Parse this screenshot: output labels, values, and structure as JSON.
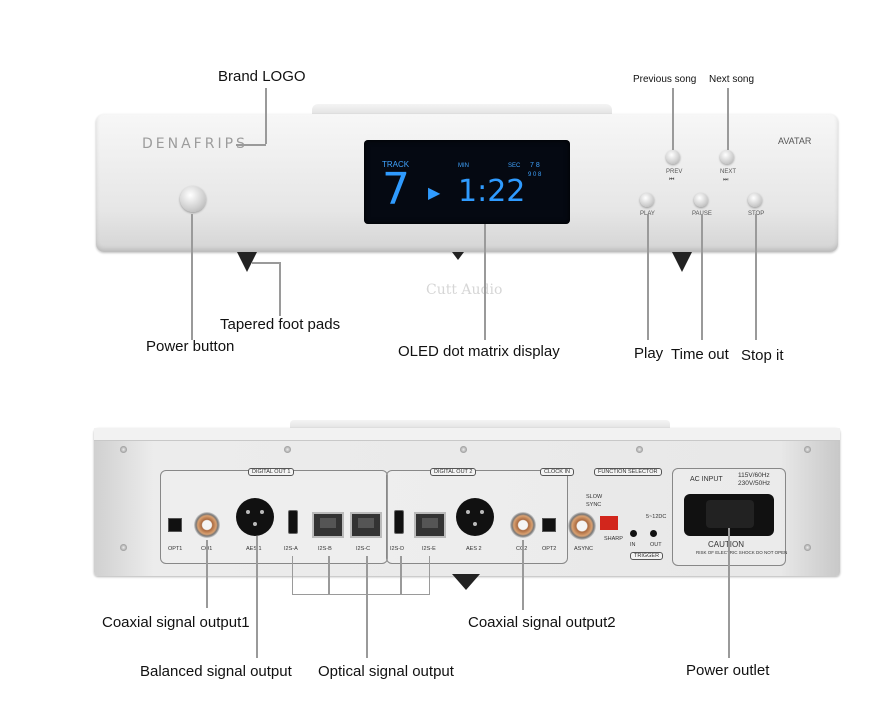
{
  "front_panel": {
    "brand_text": "DENAFRIPS",
    "model": "AVATAR",
    "display": {
      "track_label": "TRACK",
      "track_number": "7",
      "play_symbol": "▶",
      "time": "1:22",
      "min_label": "MIN",
      "sec_label": "SEC",
      "sample_rate": "7 8",
      "bit_depth": "9 0 8"
    },
    "buttons": {
      "prev": "PREV",
      "next": "NEXT",
      "play": "PLAY",
      "pause": "PAUSE",
      "stop": "STOP"
    },
    "watermark": "Cutt Audio"
  },
  "front_annotations": {
    "brand_logo": "Brand LOGO",
    "previous_song": "Previous song",
    "next_song": "Next song",
    "tapered_foot_pads": "Tapered foot pads",
    "power_button": "Power button",
    "oled_display": "OLED dot matrix display",
    "play": "Play",
    "time_out": "Time out",
    "stop_it": "Stop it"
  },
  "rear_panel": {
    "digital_out_1": "DIGITAL OUT 1",
    "digital_out_2": "DIGITAL OUT 2",
    "clock_in": "CLOCK IN",
    "function_selector": "FUNCTION SELECTOR",
    "slow": "SLOW",
    "sync": "SYNC",
    "sharp": "SHARP",
    "async": "ASYNC",
    "trigger": "TRIGGER",
    "trigger_in": "IN",
    "trigger_out": "OUT",
    "trigger_spec": "5~12DC",
    "ac_input": "AC INPUT",
    "voltage_1": "115V/60Hz",
    "voltage_2": "230V/50Hz",
    "caution": "CAUTION",
    "caution_note": "RISK OF ELECTRIC SHOCK DO NOT OPEN",
    "ports": {
      "opt1": "OPT1",
      "co1": "CO1",
      "aes1": "AES 1",
      "i2s_a": "I2S-A",
      "i2s_b": "I2S-B",
      "i2s_c": "I2S-C",
      "i2s_d": "I2S-D",
      "i2s_e": "I2S-E",
      "aes2": "AES 2",
      "co2": "CO2",
      "opt2": "OPT2"
    }
  },
  "rear_annotations": {
    "coaxial_1": "Coaxial signal output1",
    "coaxial_2": "Coaxial signal output2",
    "balanced": "Balanced signal output",
    "optical": "Optical signal output",
    "power_outlet": "Power outlet"
  },
  "colors": {
    "display_blue": "#2f9bff",
    "chassis": "#ececec"
  }
}
